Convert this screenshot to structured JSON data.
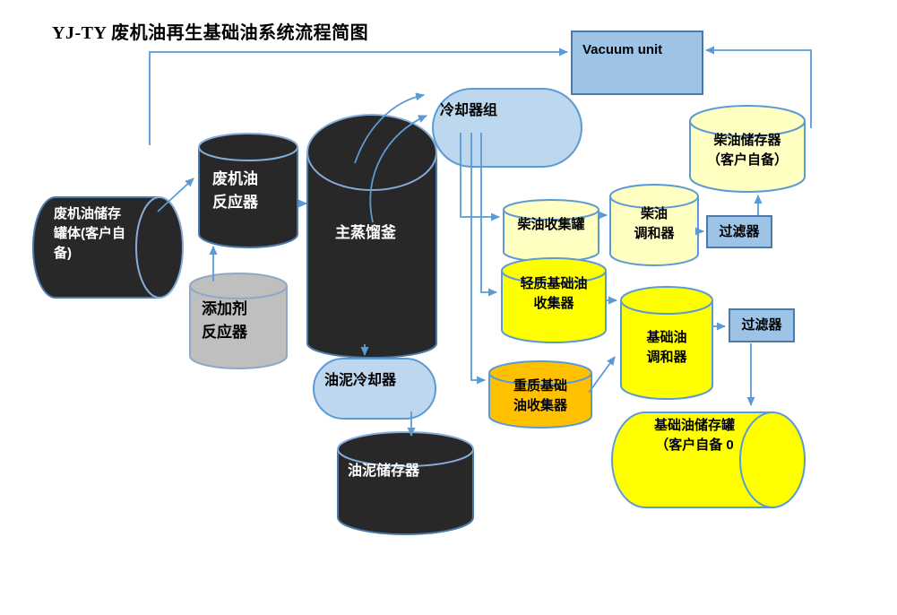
{
  "title": "YJ-TY 废机油再生基础油系统流程简图",
  "nodes": {
    "vacuum_unit": {
      "label": "Vacuum unit"
    },
    "waste_oil_storage": {
      "label": "废机油储存\n罐体(客户自\n备)"
    },
    "waste_oil_reactor": {
      "label": "废机油\n反应器"
    },
    "additive_reactor": {
      "label": "添加剂\n反应器"
    },
    "main_still": {
      "label": "主蒸馏釜"
    },
    "cooler_group": {
      "label": "冷却器组"
    },
    "diesel_collection_tank": {
      "label": "柴油收集罐"
    },
    "diesel_blender": {
      "label": "柴油\n调和器"
    },
    "filter_1": {
      "label": "过滤器"
    },
    "diesel_storage_tank": {
      "label": "柴油储存器\n（客户自备）"
    },
    "light_base_oil_collector": {
      "label": "轻质基础油\n收集器"
    },
    "heavy_base_oil_collector": {
      "label": "重质基础\n油收集器"
    },
    "base_oil_blender": {
      "label": "基础油\n调和器"
    },
    "filter_2": {
      "label": "过滤器"
    },
    "base_oil_storage_tank": {
      "label": "基础油储存罐\n（客户自备 0"
    },
    "sludge_cooler": {
      "label": "油泥冷却器"
    },
    "sludge_storage": {
      "label": "油泥储存器"
    }
  },
  "colors": {
    "connector_blue": "#5B9BD5",
    "box_blue": "#9DC3E6",
    "capsule_blue": "#BDD7EE",
    "dark_tank": "#282828",
    "gray_tank": "#BFBFBF",
    "pale_yellow": "#FFFFC2",
    "bright_yellow": "#FFFF00",
    "orange": "#FFC000"
  }
}
